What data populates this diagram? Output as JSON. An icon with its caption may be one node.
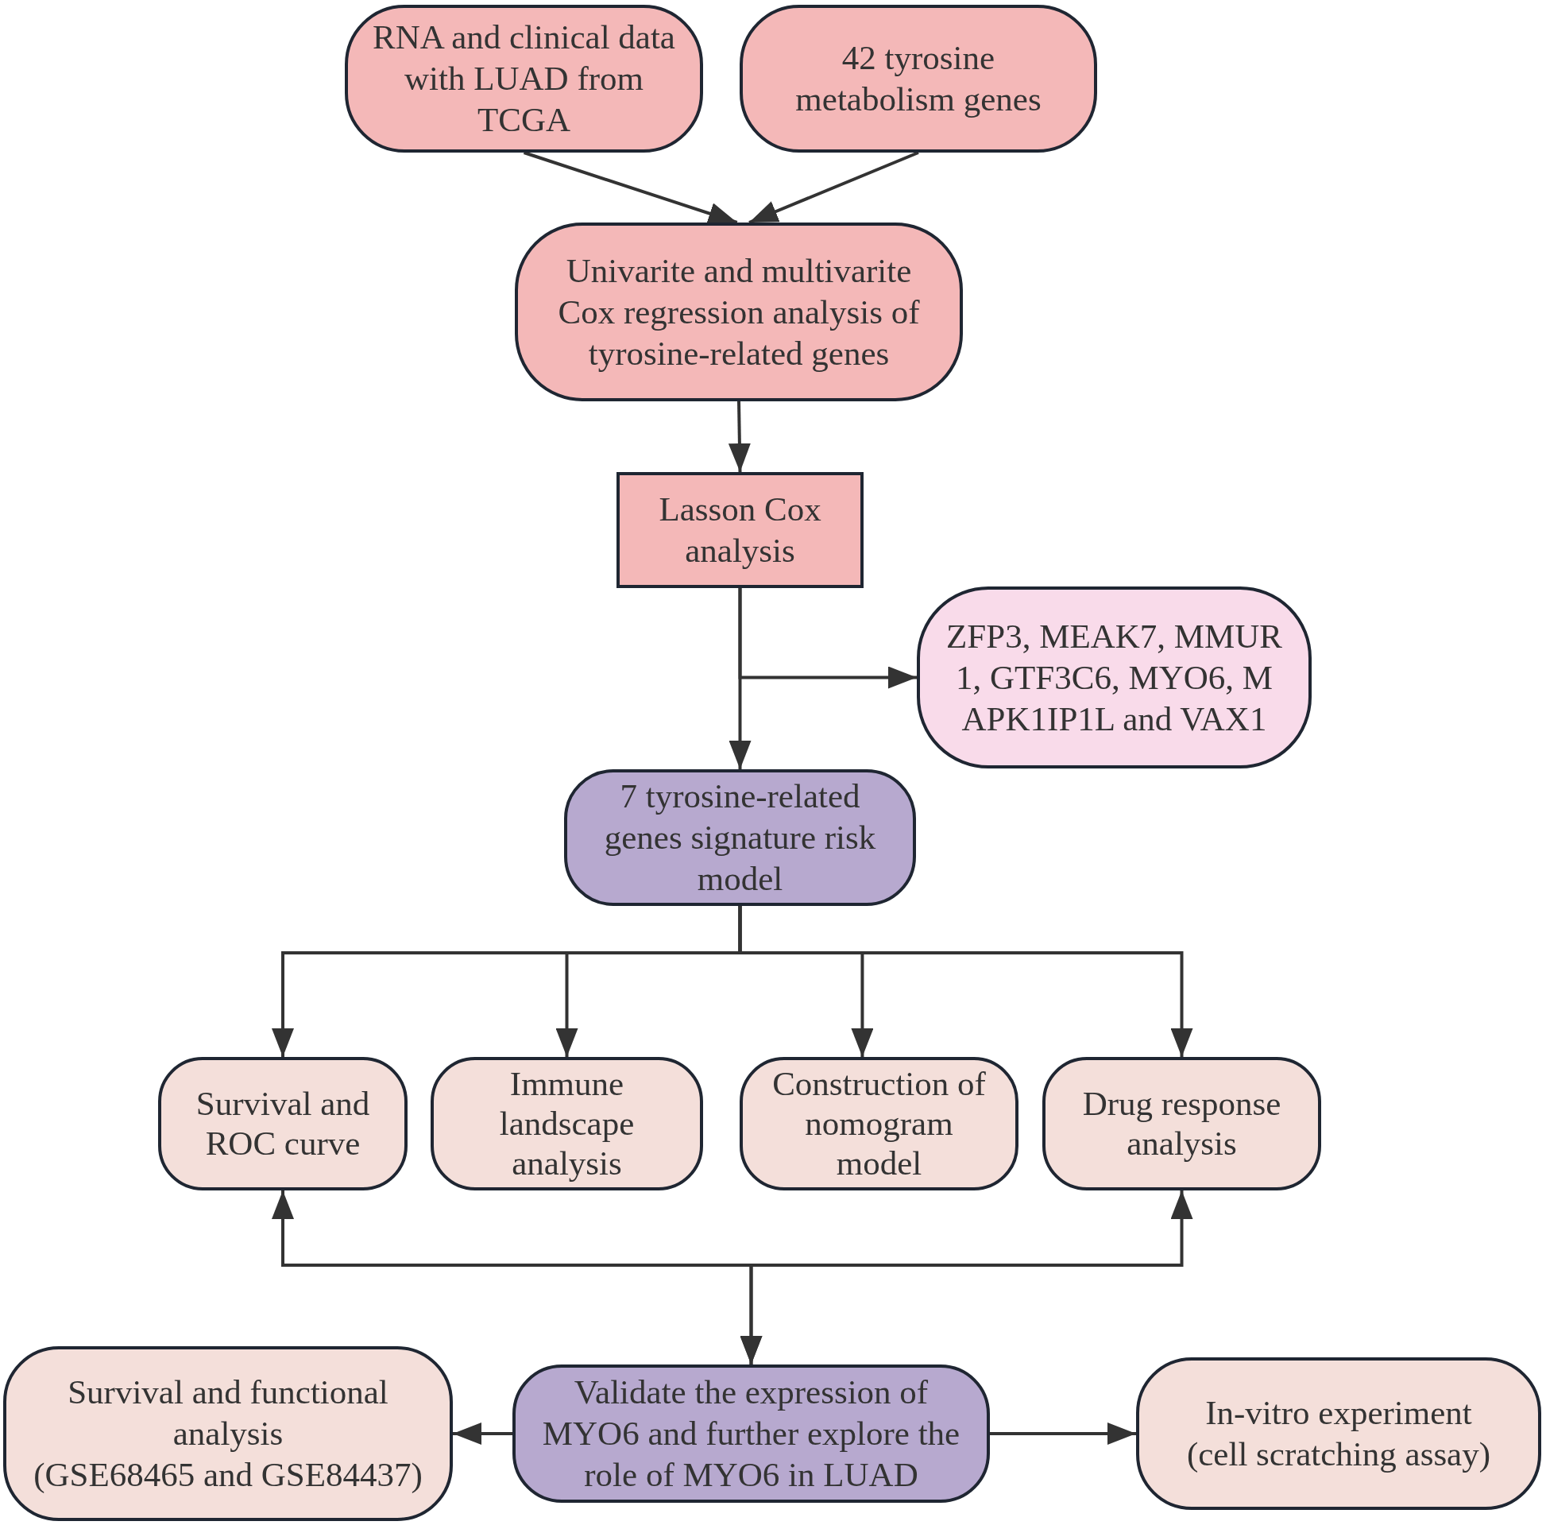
{
  "diagram": {
    "nodes": [
      {
        "text": [
          "RNA and clinical data with LUAD from TCGA"
        ]
      },
      {
        "text": [
          "42 tyrosine metabolism genes"
        ]
      },
      {
        "text": [
          "Univarite and multivarite Cox regression analysis of tyrosine-related genes"
        ]
      },
      {
        "text": [
          "Lasson Cox analysis"
        ]
      },
      {
        "text": [
          "ZFP3, MEAK7, MMUR1, GTF3C6, MYO6, MAPK1IP1L and VAX1"
        ]
      },
      {
        "text": [
          "7 tyrosine-related genes signature risk model"
        ]
      },
      {
        "text": [
          "Survival and ROC curve"
        ]
      },
      {
        "text": [
          "Immune landscape analysis"
        ]
      },
      {
        "text": [
          "Construction of nomogram model"
        ]
      },
      {
        "text": [
          "Drug response analysis"
        ]
      },
      {
        "text": [
          "Survival and functional analysis (GSE68465 and GSE84437)"
        ]
      },
      {
        "text": [
          "Validate the expression of MYO6 and further explore the role of MYO6 in LUAD"
        ]
      },
      {
        "text": [
          "In-vitro experiment (cell scratching assay)"
        ]
      }
    ],
    "edges": [
      {
        "from": 0,
        "to": 2,
        "arrow": "to"
      },
      {
        "from": 1,
        "to": 2,
        "arrow": "to"
      },
      {
        "from": 2,
        "to": 3,
        "arrow": "to"
      },
      {
        "from": 3,
        "to": 5,
        "arrow": "to"
      },
      {
        "from": 3,
        "to": 4,
        "arrow": "to"
      },
      {
        "from": 5,
        "to": 6,
        "arrow": "to"
      },
      {
        "from": 5,
        "to": 7,
        "arrow": "to"
      },
      {
        "from": 5,
        "to": 8,
        "arrow": "to"
      },
      {
        "from": 5,
        "to": 9,
        "arrow": "to"
      },
      {
        "from": 6,
        "to": 11,
        "arrow": "both"
      },
      {
        "from": 9,
        "to": 11,
        "arrow": "both"
      },
      {
        "from": 11,
        "to": 10,
        "arrow": "to"
      },
      {
        "from": 11,
        "to": 12,
        "arrow": "to"
      }
    ]
  }
}
